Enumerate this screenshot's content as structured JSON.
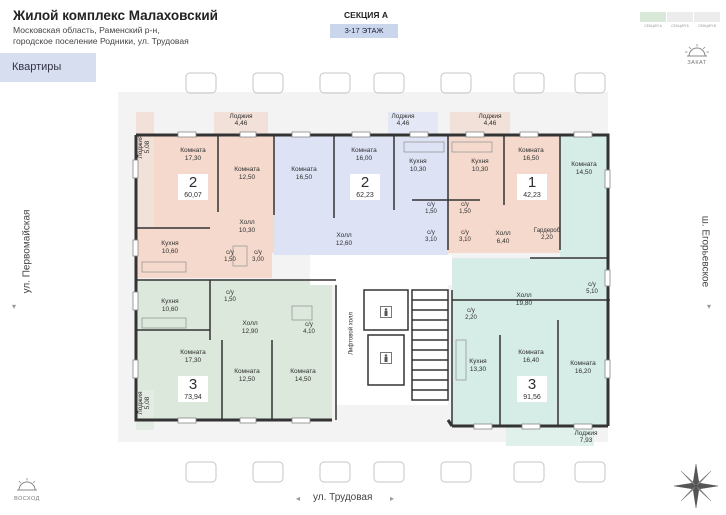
{
  "header": {
    "title": "Жилой комплекс Малаховский",
    "address_line1": "Московская область, Раменский р-н,",
    "address_line2": "городское поселение Родники, ул. Трудовая",
    "section_label": "СЕКЦИЯ А",
    "floor_label": "3-17 ЭТАЖ",
    "minimap_labels": [
      "СЕКЦИЯ А",
      "СЕКЦИЯ Б",
      "СЕКЦИЯ В"
    ],
    "sunset_label": "ЗАКАТ"
  },
  "nav": {
    "apartments_button": "Квартиры"
  },
  "streets": {
    "left": "ул. Первомайская",
    "right": "ш. Егорьевское",
    "bottom": "ул. Трудовая"
  },
  "compass": {
    "sunrise_label": "ВОСХОД"
  },
  "colors": {
    "pink": "#f5d9cc",
    "blue": "#dde2f5",
    "green": "#dce8dc",
    "teal": "#d6ece6",
    "wall": "#333333",
    "floor_label_bg": "#c9d6ec",
    "nav_bg": "#d6def0"
  },
  "loggias": [
    {
      "label": "Лоджия",
      "area": "4,46"
    },
    {
      "label": "Лоджия",
      "area": "4,46"
    },
    {
      "label": "Лоджия",
      "area": "4,46"
    },
    {
      "label": "Лоджия",
      "area": "5,08"
    },
    {
      "label": "Лоджия",
      "area": "5,08"
    },
    {
      "label": "Лоджия",
      "area": "7,93"
    }
  ],
  "rooms": [
    {
      "name": "Комната",
      "area": "17,30"
    },
    {
      "name": "Комната",
      "area": "12,50"
    },
    {
      "name": "Холл",
      "area": "10,30"
    },
    {
      "name": "Кухня",
      "area": "10,60"
    },
    {
      "name": "с/у",
      "area": "1,50"
    },
    {
      "name": "с/у",
      "area": "3,00"
    },
    {
      "name": "Комната",
      "area": "16,50"
    },
    {
      "name": "Комната",
      "area": "16,00"
    },
    {
      "name": "Кухня",
      "area": "10,30"
    },
    {
      "name": "с/у",
      "area": "1,50"
    },
    {
      "name": "Холл",
      "area": "12,60"
    },
    {
      "name": "с/у",
      "area": "3,10"
    },
    {
      "name": "Кухня",
      "area": "10,30"
    },
    {
      "name": "Комната",
      "area": "16,50"
    },
    {
      "name": "с/у",
      "area": "1,50"
    },
    {
      "name": "с/у",
      "area": "3,10"
    },
    {
      "name": "Холл",
      "area": "6,40"
    },
    {
      "name": "Гардероб",
      "area": "2,20"
    },
    {
      "name": "Комната",
      "area": "14,50"
    },
    {
      "name": "Кухня",
      "area": "10,60"
    },
    {
      "name": "с/у",
      "area": "1,50"
    },
    {
      "name": "Холл",
      "area": "12,90"
    },
    {
      "name": "с/у",
      "area": "4,10"
    },
    {
      "name": "Комната",
      "area": "17,30"
    },
    {
      "name": "Комната",
      "area": "12,50"
    },
    {
      "name": "Комната",
      "area": "14,50"
    },
    {
      "name": "Холл",
      "area": "19,80"
    },
    {
      "name": "с/у",
      "area": "5,10"
    },
    {
      "name": "с/у",
      "area": "2,20"
    },
    {
      "name": "Кухня",
      "area": "13,30"
    },
    {
      "name": "Комната",
      "area": "16,40"
    },
    {
      "name": "Комната",
      "area": "16,20"
    }
  ],
  "apartments": [
    {
      "rooms": "2",
      "area": "60,07"
    },
    {
      "rooms": "2",
      "area": "62,23"
    },
    {
      "rooms": "1",
      "area": "42,23"
    },
    {
      "rooms": "3",
      "area": "73,94"
    },
    {
      "rooms": "3",
      "area": "91,56"
    }
  ],
  "elevator_hall": "Лифтовой холл"
}
